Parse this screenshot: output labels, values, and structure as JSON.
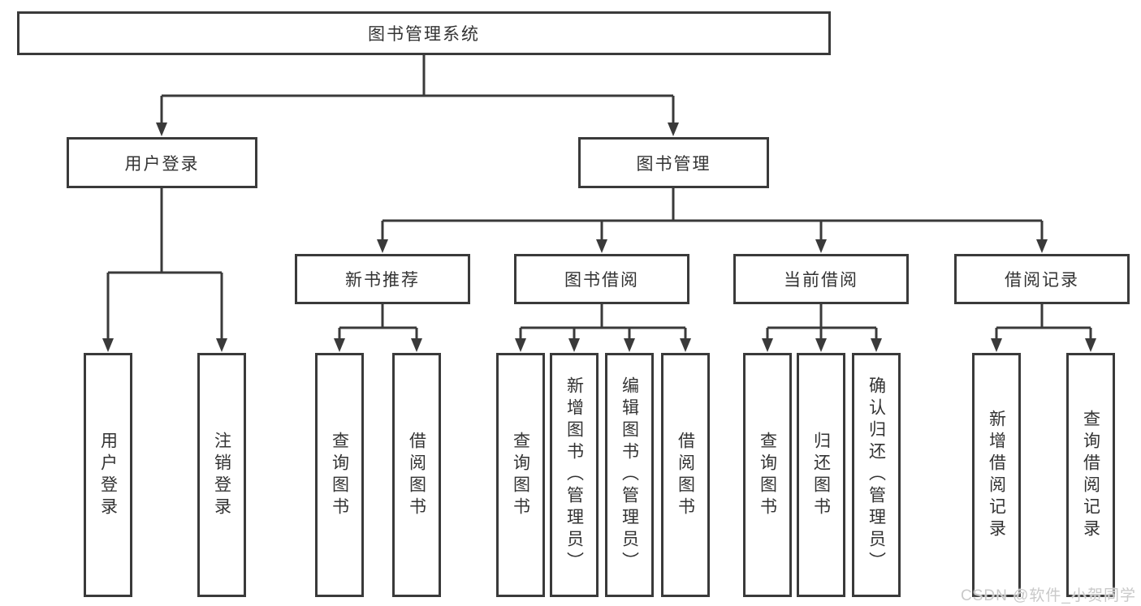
{
  "diagram": {
    "root": "图书管理系统",
    "login": {
      "label": "用户登录",
      "children": [
        "用户登录",
        "注销登录"
      ]
    },
    "management": {
      "label": "图书管理"
    },
    "groups": [
      {
        "label": "新书推荐",
        "children": [
          "查询图书",
          "借阅图书"
        ]
      },
      {
        "label": "图书借阅",
        "children": [
          "查询图书",
          "新增图书（管理员）",
          "编辑图书（管理员）",
          "借阅图书"
        ]
      },
      {
        "label": "当前借阅",
        "children": [
          "查询图书",
          "归还图书",
          "确认归还（管理员）"
        ]
      },
      {
        "label": "借阅记录",
        "children": [
          "新增借阅记录",
          "查询借阅记录"
        ]
      }
    ]
  },
  "watermark": "CSDN @软件_小贺同学",
  "colors": {
    "line": "#3a3a3a",
    "text": "#333333",
    "background": "#ffffff",
    "watermark": "#c9c9c9"
  }
}
